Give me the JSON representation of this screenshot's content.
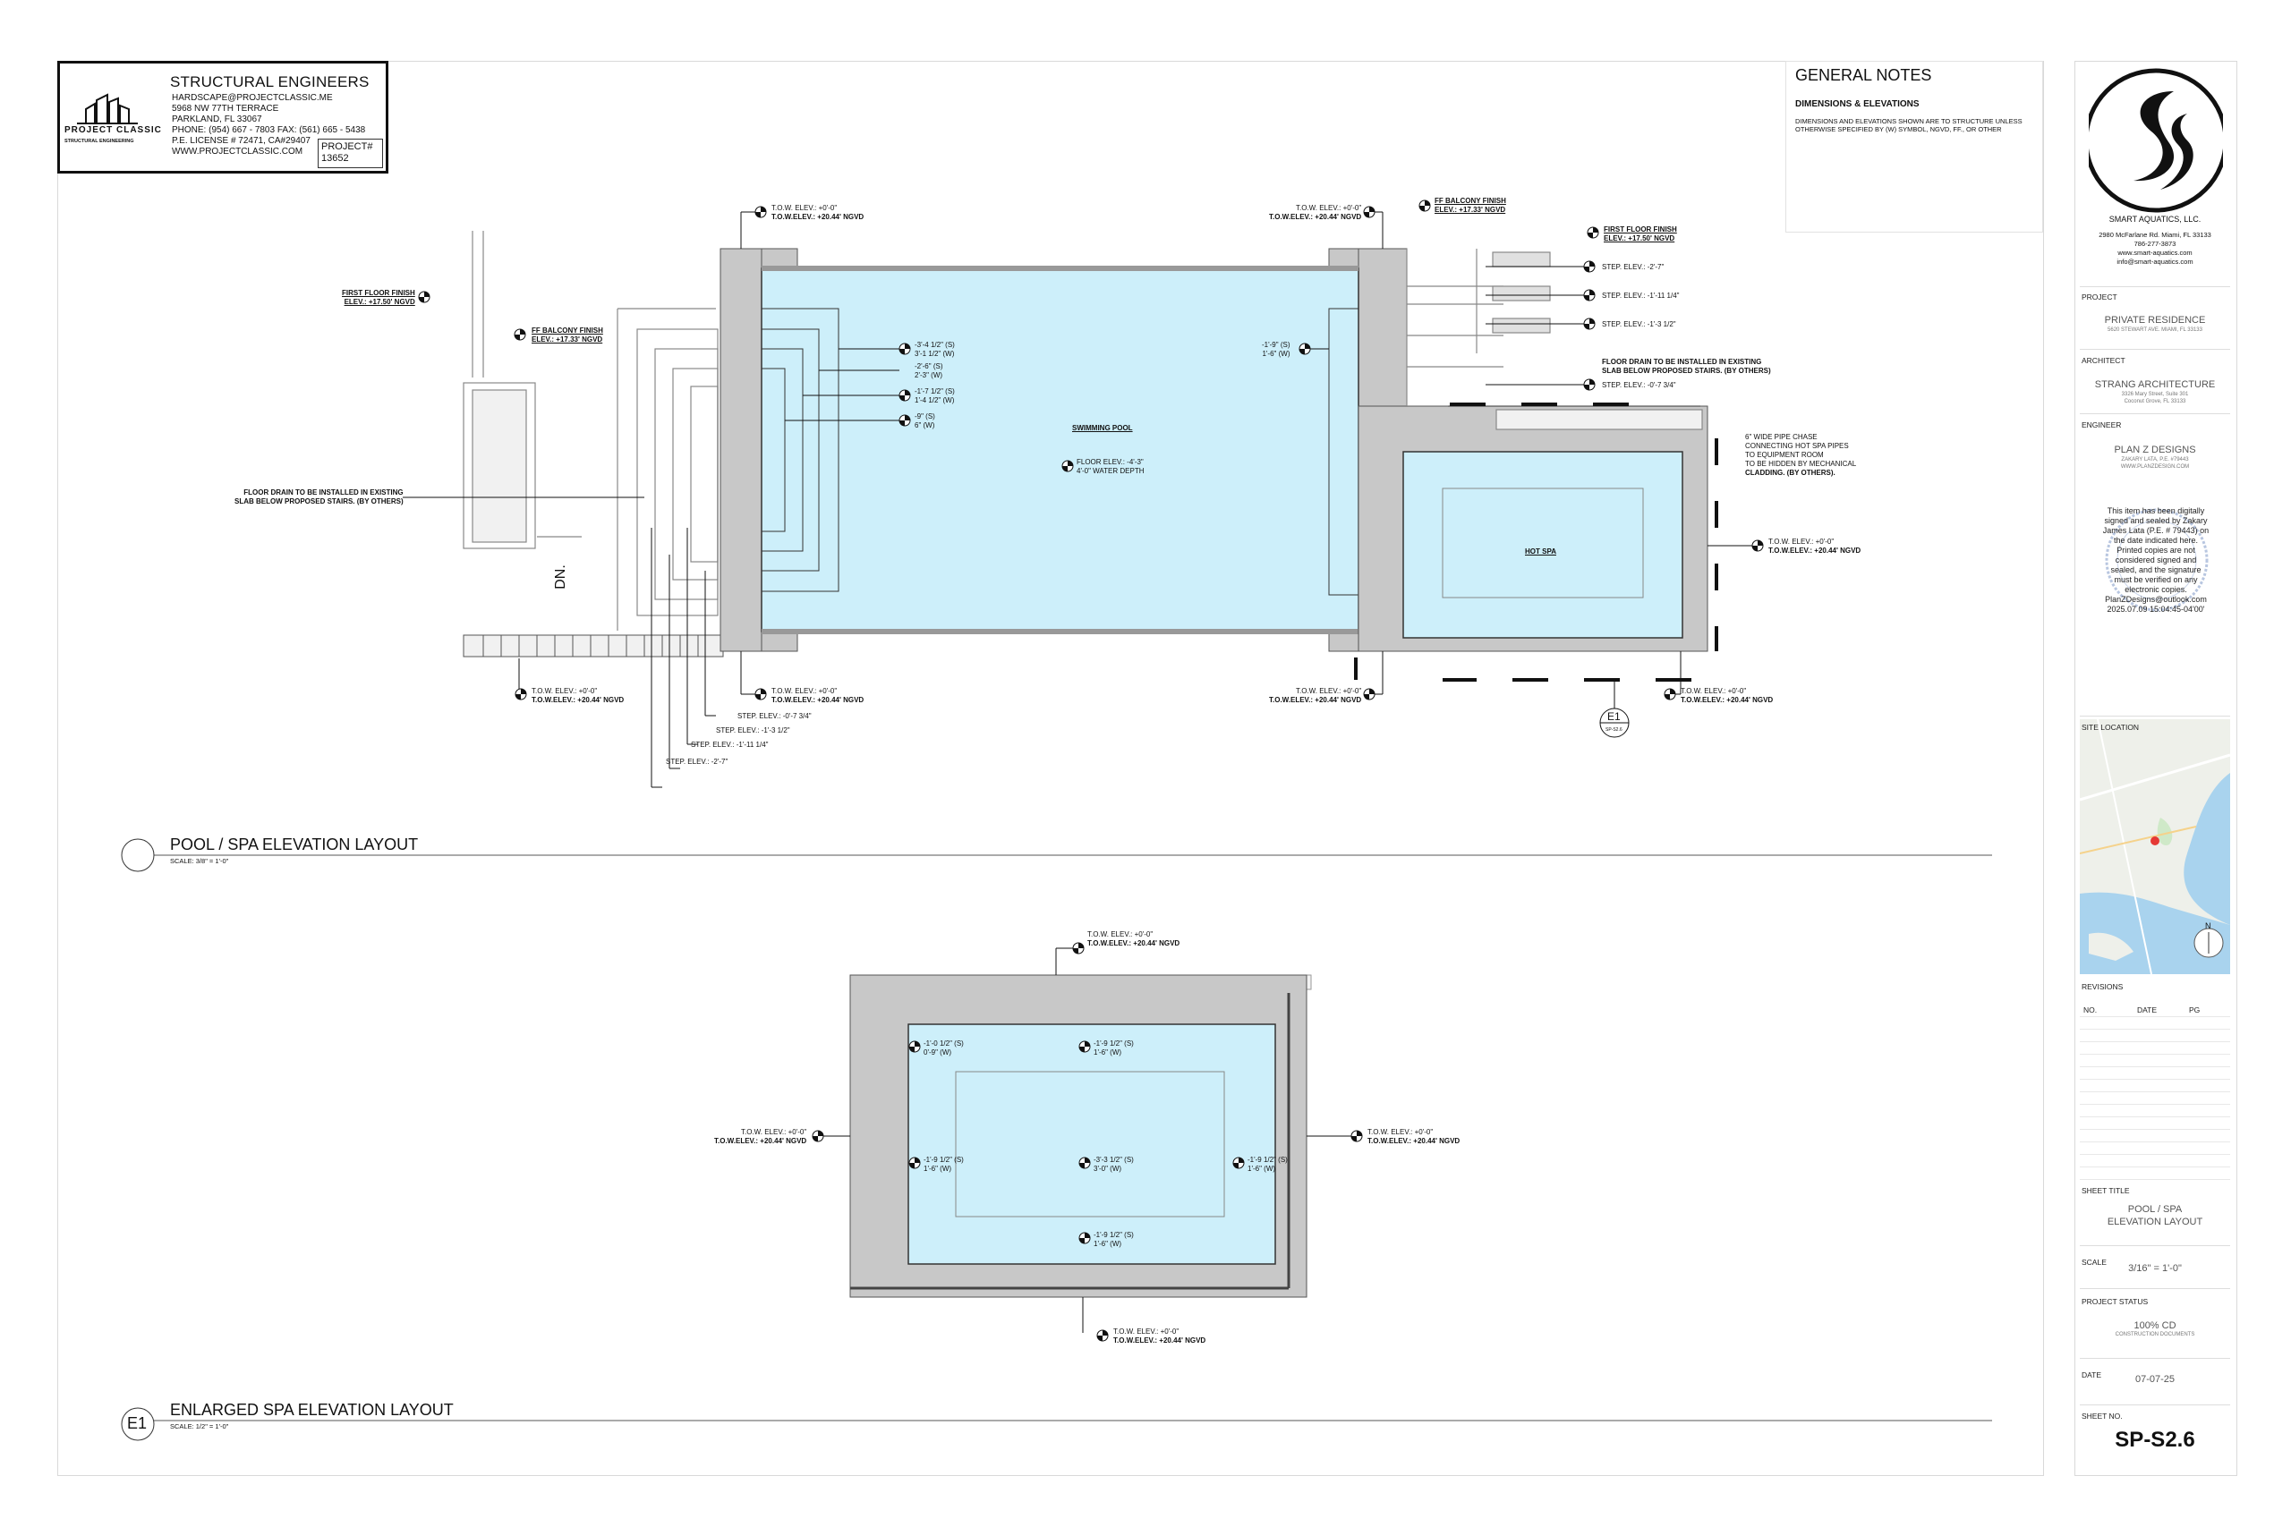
{
  "engineer_stamp": {
    "title": "STRUCTURAL ENGINEERS",
    "lines": [
      "HARDSCAPE@PROJECTCLASSIC.ME",
      "5968 NW 77TH TERRACE",
      "PARKLAND, FL 33067",
      "PHONE: (954) 667 - 7803 FAX: (561) 665 - 5438",
      "P.E. LICENSE # 72471, CA#29407",
      "WWW.PROJECTCLASSIC.COM"
    ],
    "project_label": "PROJECT#",
    "project_number": "13652",
    "logo_text": "PROJECT CLASSIC",
    "logo_sub": "STRUCTURAL ENGINEERING"
  },
  "general_notes": {
    "title": "GENERAL NOTES",
    "subtitle": "DIMENSIONS & ELEVATIONS",
    "text": "DIMENSIONS AND ELEVATIONS SHOWN ARE TO STRUCTURE UNLESS OTHERWISE SPECIFIED BY (W) SYMBOL, NGVD, FF., OR OTHER"
  },
  "sidebar": {
    "company": "SMART AQUATICS, LLC.",
    "address": "2980 McFarlane Rd. Miami, FL 33133",
    "phone": "786-277-3873",
    "web": "www.smart-aquatics.com",
    "email": "info@smart-aquatics.com",
    "project_label": "PROJECT",
    "project_value": "PRIVATE RESIDENCE",
    "project_sub": "5620 STEWART AVE. MIAMI, FL 33133",
    "architect_label": "ARCHITECT",
    "architect_value": "STRANG ARCHITECTURE",
    "architect_sub1": "3326 Mary Street, Suite 301",
    "architect_sub2": "Coconut Grove, FL 33133",
    "engineer_label": "ENGINEER",
    "engineer_value": "PLAN Z DESIGNS",
    "engineer_sub1": "ZAKARY LATA, P.E. #79443",
    "engineer_sub2": "WWW.PLANZDESIGN.COM",
    "seal_text": "This item has been digitally signed and sealed by Zakary James Lata (P.E. # 79443) on the date indicated here. Printed copies are not considered signed and sealed, and the signature must be verified on any electronic copies. PlanZDesigns@outlook.com 2025.07.09 15:04:45-04'00'",
    "site_location_label": "SITE LOCATION",
    "north": "N",
    "revisions_label": "REVISIONS",
    "rev_no": "NO.",
    "rev_date": "DATE",
    "rev_pg": "PG",
    "sheet_title_label": "SHEET TITLE",
    "sheet_title_1": "POOL / SPA",
    "sheet_title_2": "ELEVATION LAYOUT",
    "scale_label": "SCALE",
    "scale_value": "3/16\" = 1'-0\"",
    "status_label": "PROJECT STATUS",
    "status_value": "100% CD",
    "status_sub": "CONSTRUCTION DOCUMENTS",
    "date_label": "DATE",
    "date_value": "07-07-25",
    "sheet_no_label": "SHEET NO.",
    "sheet_no": "SP-S2.6"
  },
  "plan": {
    "pool_name": "SWIMMING POOL",
    "pool_floor": "FLOOR ELEV.: -4'-3\"",
    "pool_depth": "4'-0\" WATER DEPTH",
    "spa_name": "HOT SPA",
    "tow_a": "T.O.W. ELEV.: +0'-0\"",
    "tow_b": "T.O.W.ELEV.: +20.44' NGVD",
    "first_floor_1": "FIRST FLOOR FINISH",
    "first_floor_2": "ELEV.: +17.50' NGVD",
    "ff_balcony_1": "FF BALCONY FINISH",
    "ff_balcony_2": "ELEV.: +17.33' NGVD",
    "drain_1": "FLOOR DRAIN TO BE INSTALLED IN EXISTING",
    "drain_2": "SLAB BELOW PROPOSED STAIRS. (BY OTHERS)",
    "pipe_1": "6\" WIDE PIPE CHASE",
    "pipe_2": "CONNECTING HOT SPA PIPES",
    "pipe_3": "TO EQUIPMENT ROOM",
    "pipe_4": "TO BE HIDDEN BY MECHANICAL",
    "pipe_5": "CLADDING. (BY OTHERS).",
    "step_r1": "STEP. ELEV.: -2'-7\"",
    "step_r2": "STEP. ELEV.: -1'-11 1/4\"",
    "step_r3": "STEP. ELEV.: -1'-3 1/2\"",
    "step_r4": "STEP. ELEV.: -0'-7 3/4\"",
    "step_l1": "STEP. ELEV.: -0'-7 3/4\"",
    "step_l2": "STEP. ELEV.: -1'-3 1/2\"",
    "step_l3": "STEP. ELEV.: -1'-11 1/4\"",
    "step_l4": "STEP. ELEV.: -2'-7\"",
    "d1a": "-3'-4 1/2\" (S)",
    "d1b": "3'-1 1/2\" (W)",
    "d2a": "-2'-6\" (S)",
    "d2b": "2'-3\" (W)",
    "d3a": "-1'-7 1/2\" (S)",
    "d3b": "1'-4 1/2\" (W)",
    "d4a": "-9\" (S)",
    "d4b": "6\" (W)",
    "d5a": "-1'-9\" (S)",
    "d5b": "1'-6\" (W)",
    "dn": "DN.",
    "callout": "E1",
    "callout_sub": "SP-S2.6",
    "title": "POOL / SPA ELEVATION LAYOUT",
    "scale": "SCALE: 3/8\" = 1'-0\""
  },
  "spa_detail": {
    "tow_a": "T.O.W. ELEV.: +0'-0\"",
    "tow_b": "T.O.W.ELEV.: +20.44' NGVD",
    "s1a": "-1'-0 1/2\" (S)",
    "s1b": "0'-9\" (W)",
    "s2a": "-1'-9 1/2\" (S)",
    "s2b": "1'-6\" (W)",
    "s3a": "-3'-3 1/2\" (S)",
    "s3b": "3'-0\" (W)",
    "title": "ENLARGED SPA ELEVATION LAYOUT",
    "scale": "SCALE: 1/2\" = 1'-0\"",
    "tag": "E1"
  },
  "colors": {
    "water": "#cdeffa",
    "wall": "#c8c8c8",
    "line": "#111111"
  }
}
